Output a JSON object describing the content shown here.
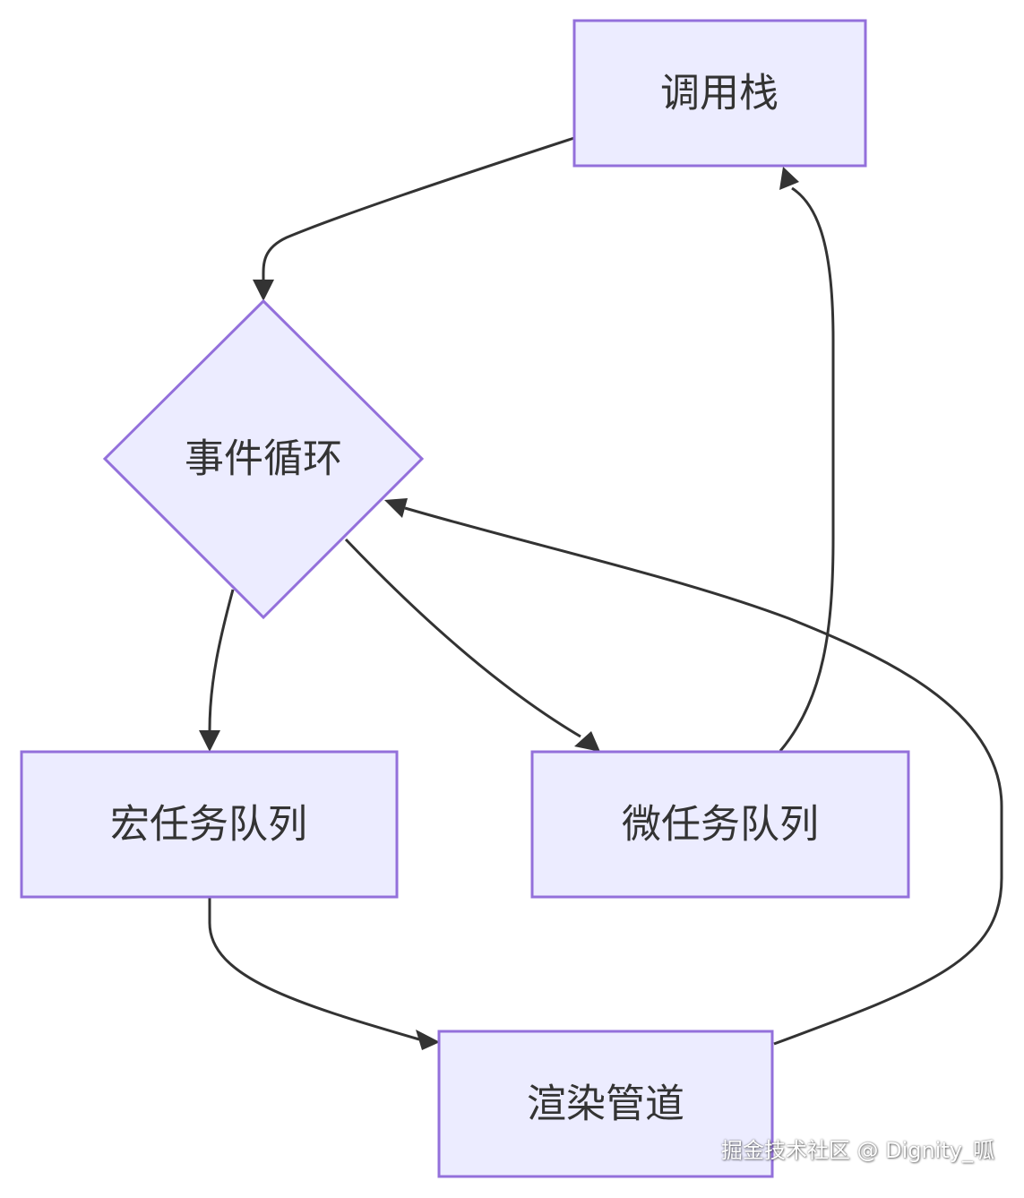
{
  "colors": {
    "node_fill": "#ECECFF",
    "node_stroke": "#9370DB",
    "edge": "#333333",
    "text": "#333333"
  },
  "nodes": {
    "call_stack": "调用栈",
    "event_loop": "事件循环",
    "macrotask_queue": "宏任务队列",
    "microtask_queue": "微任务队列",
    "render_pipeline": "渲染管道"
  },
  "edges": [
    {
      "from": "call_stack",
      "to": "event_loop"
    },
    {
      "from": "event_loop",
      "to": "macrotask_queue"
    },
    {
      "from": "event_loop",
      "to": "microtask_queue"
    },
    {
      "from": "microtask_queue",
      "to": "call_stack"
    },
    {
      "from": "macrotask_queue",
      "to": "render_pipeline"
    },
    {
      "from": "render_pipeline",
      "to": "event_loop"
    }
  ],
  "watermark": "掘金技术社区 @ Dignity_呱"
}
